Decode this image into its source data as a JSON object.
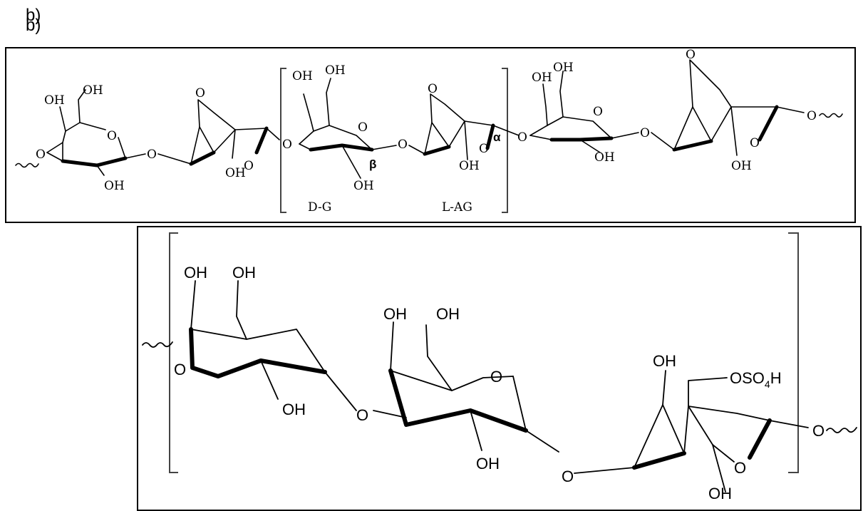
{
  "panel_label": "b)",
  "top": {
    "oh": "OH",
    "o": "O",
    "beta": "β",
    "alpha": "α",
    "unit_dg": "D-G",
    "unit_lag": "L-AG"
  },
  "bottom": {
    "oh": "OH",
    "o": "O",
    "sulfate_prefix": "OSO",
    "sulfate_sub": "4",
    "sulfate_suffix": "H"
  }
}
